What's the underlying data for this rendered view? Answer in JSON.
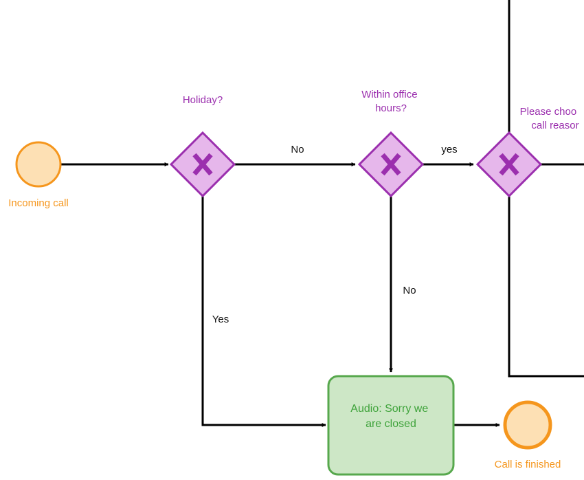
{
  "colors": {
    "event_fill": "#fde0b4",
    "event_stroke": "#f5961d",
    "gateway_fill": "#e6b7eb",
    "gateway_stroke": "#9b2fae",
    "task_fill": "#cde7c6",
    "task_stroke": "#57a84d",
    "flow": "#000000"
  },
  "events": {
    "start": {
      "label": "Incoming call"
    },
    "end": {
      "label": "Call is finished"
    }
  },
  "gateways": {
    "holiday": {
      "label_lines": [
        "Holiday?"
      ],
      "marker": "X"
    },
    "office_hours": {
      "label_lines": [
        "Within office",
        "hours?"
      ],
      "marker": "X"
    },
    "reason": {
      "label_lines": [
        "Please choo",
        "call reasor"
      ],
      "marker": "X"
    }
  },
  "tasks": {
    "closed_audio": {
      "label_lines": [
        "Audio: Sorry we",
        "are closed"
      ]
    }
  },
  "flows": {
    "holiday_no": "No",
    "holiday_yes": "Yes",
    "office_yes": "yes",
    "office_no": "No"
  }
}
